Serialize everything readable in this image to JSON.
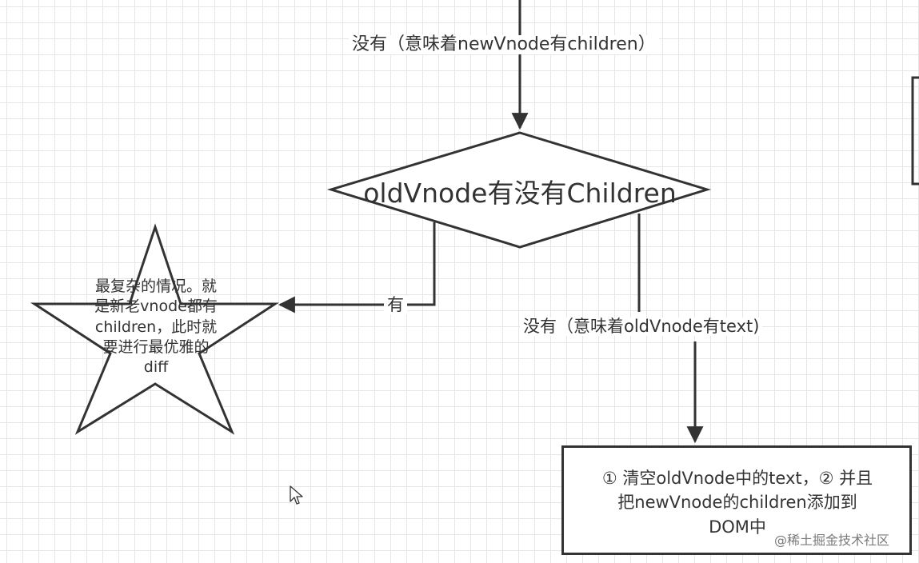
{
  "edge_labels": {
    "top": "没有（意味着newVnode有children）",
    "yes": "有",
    "no_text": "没有（意味着oldVnode有text)"
  },
  "decision": {
    "text": "oldVnode有没有Children"
  },
  "star": {
    "lines": [
      "最复杂的情况。就",
      "是新老vnode都有",
      "children，此时就",
      "要进行最优雅的",
      "diff"
    ]
  },
  "process": {
    "lines": [
      "① 清空oldVnode中的text，② 并且",
      "把newVnode的children添加到",
      "DOM中"
    ]
  },
  "watermark": "@稀土掘金技术社区",
  "colors": {
    "stroke": "#333333",
    "grid": "#e6e6e6",
    "background": "#ffffff"
  }
}
